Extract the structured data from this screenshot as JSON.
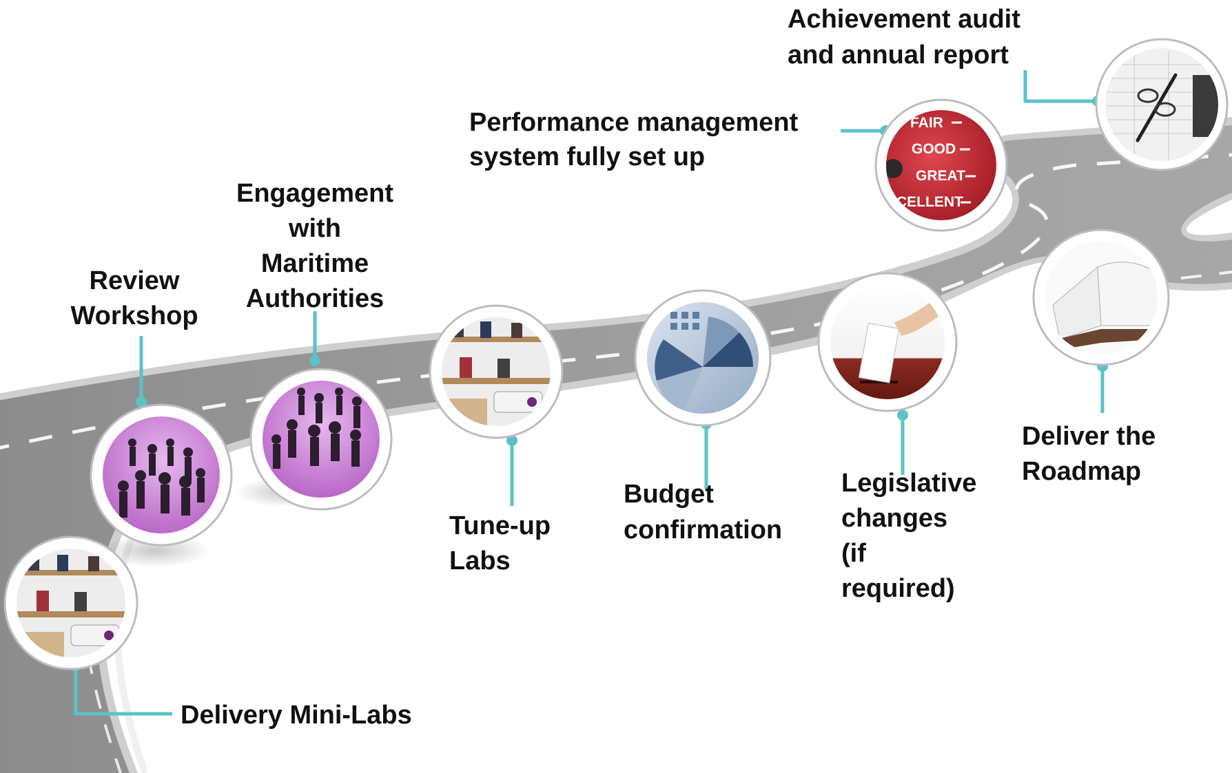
{
  "colors": {
    "connector": "#5bc2c8",
    "road": "#9a9a9a",
    "road_edge": "#d6d6d6",
    "purple_crowd": "#c98ad6",
    "gauge_red": "#c4232e"
  },
  "milestones": [
    {
      "id": "delivery-mini-labs",
      "label": "Delivery Mini-Labs",
      "image": "classroom-photo"
    },
    {
      "id": "review-workshop",
      "label_lines": [
        "Review",
        "Workshop"
      ],
      "image": "crowd-photo"
    },
    {
      "id": "engagement",
      "label_lines": [
        "Engagement",
        "with",
        "Maritime",
        "Authorities"
      ],
      "image": "crowd-photo"
    },
    {
      "id": "tune-up-labs",
      "label_lines": [
        "Tune-up",
        "Labs"
      ],
      "image": "classroom-photo"
    },
    {
      "id": "budget-confirmation",
      "label_lines": [
        "Budget",
        "confirmation"
      ],
      "image": "finance-chart-photo"
    },
    {
      "id": "legislative-changes",
      "label_lines": [
        "Legislative",
        "changes",
        "(if",
        "required)"
      ],
      "image": "ballot-box-photo"
    },
    {
      "id": "deliver-roadmap",
      "label_lines": [
        "Deliver the",
        "Roadmap"
      ],
      "image": "open-book-photo"
    },
    {
      "id": "performance-management",
      "label_lines": [
        "Performance management",
        "system fully set up"
      ],
      "image": "rating-gauge-photo"
    },
    {
      "id": "achievement-audit",
      "label_lines": [
        "Achievement audit",
        "and annual report"
      ],
      "image": "audit-documents-photo"
    }
  ],
  "gauge_words": [
    "FAIR",
    "GOOD",
    "GREAT",
    "CELLENT"
  ]
}
